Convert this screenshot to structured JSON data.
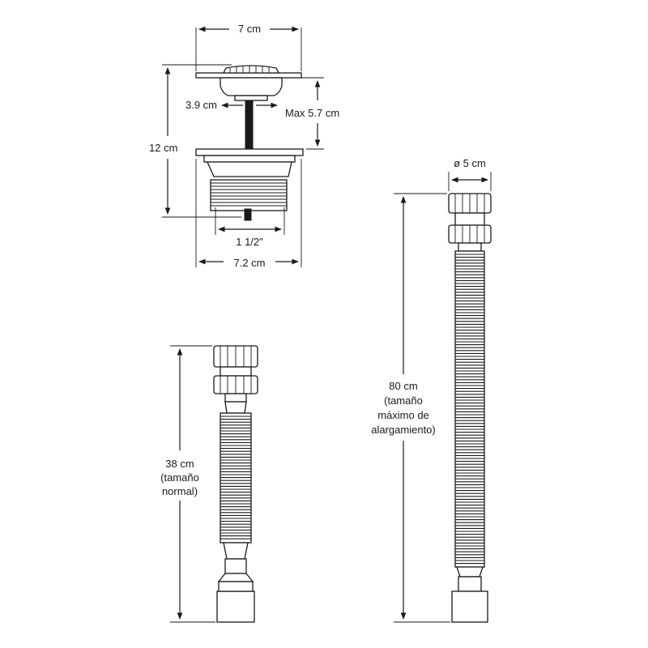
{
  "colors": {
    "line": "#1a1a1a",
    "background": "#ffffff"
  },
  "drain": {
    "width_top": "7 cm",
    "flange_inner": "3.9 cm",
    "max_height": "Max 5.7 cm",
    "total_height": "12 cm",
    "thread": "1 1/2\"",
    "width_bottom": "7.2 cm"
  },
  "short_hose": {
    "length_lines": [
      "38 cm",
      "(tamaño",
      "normal)"
    ]
  },
  "long_hose": {
    "diameter": "ø 5 cm",
    "length_lines": [
      "80 cm",
      "(tamaño",
      "máximo de",
      "alargamiento)"
    ]
  }
}
